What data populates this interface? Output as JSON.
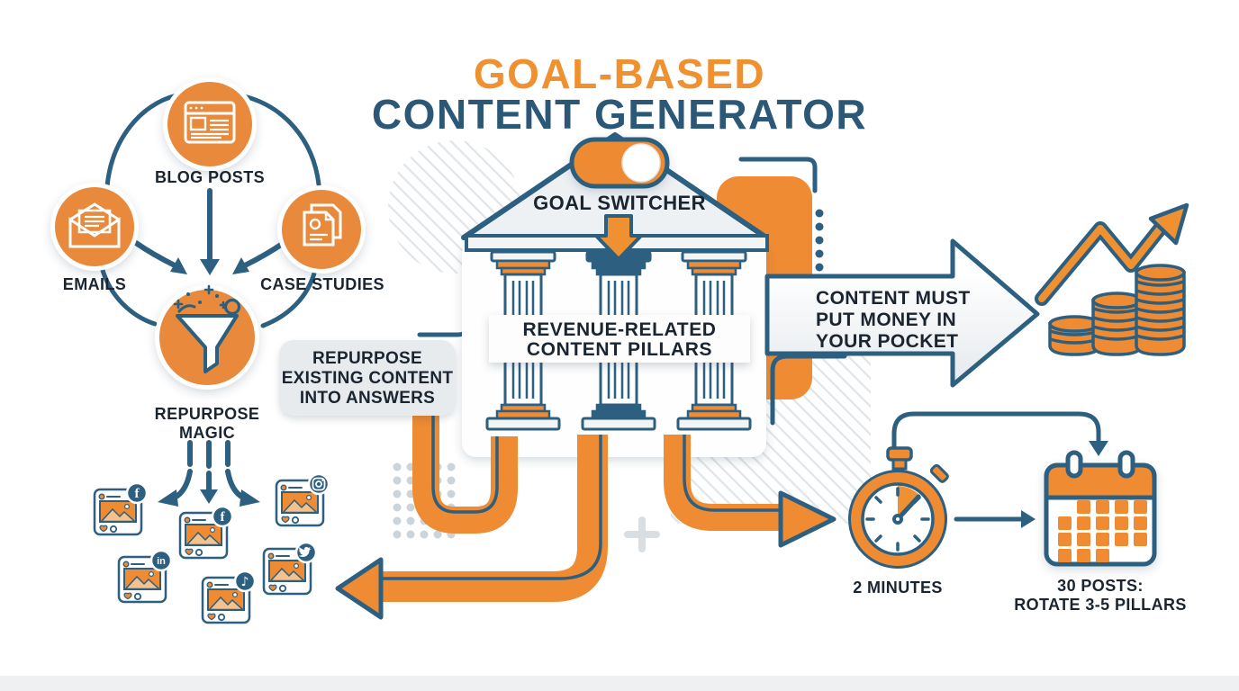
{
  "title": {
    "line1": "GOAL-BASED",
    "line2": "CONTENT GENERATOR"
  },
  "sources": {
    "blog_posts": "BLOG POSTS",
    "emails": "EMAILS",
    "case_studies": "CASE STUDIES"
  },
  "funnel": {
    "line1": "REPURPOSE",
    "line2": "MAGIC"
  },
  "note_box": {
    "line1": "REPURPOSE",
    "line2": "EXISTING CONTENT",
    "line3": "INTO ANSWERS"
  },
  "temple": {
    "switcher_label": "GOAL SWITCHER",
    "banner_line1": "REVENUE-RELATED",
    "banner_line2": "CONTENT PILLARS"
  },
  "money_arrow": {
    "line1": "CONTENT MUST",
    "line2": "PUT MONEY IN",
    "line3": "YOUR POCKET"
  },
  "timer": {
    "label": "2 MINUTES"
  },
  "schedule": {
    "line1": "30 POSTS:",
    "line2": "ROTATE 3-5 PILLARS"
  },
  "icons": {
    "blog_posts": "browser-window-icon",
    "emails": "open-envelope-icon",
    "case_studies": "documents-icon",
    "repurpose": "funnel-icon",
    "goal_switcher": "toggle-on-icon",
    "timer": "stopwatch-icon",
    "schedule": "calendar-icon",
    "growth": "coin-stacks-trend-arrow-icon",
    "social_badges": [
      "facebook",
      "instagram",
      "facebook",
      "linkedin",
      "tiktok",
      "twitter"
    ]
  },
  "colors": {
    "orange": "#EE8B33",
    "title_orange": "#EF9130",
    "dark_blue": "#2C5F80",
    "title_blue": "#2B5876",
    "text_dark": "#1B2530",
    "light_gray": "#E9EDF1"
  }
}
